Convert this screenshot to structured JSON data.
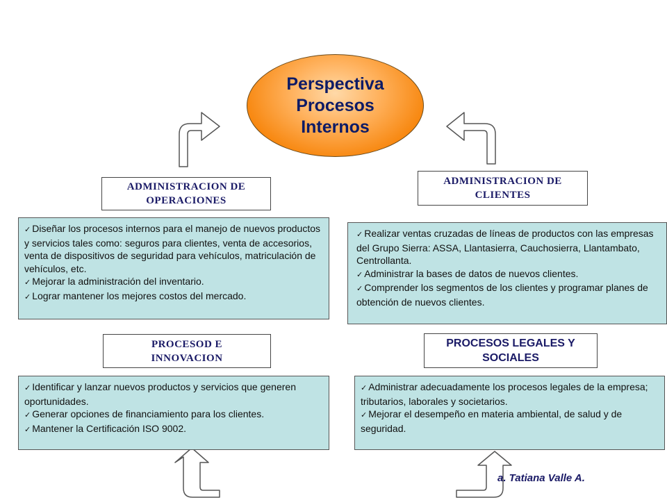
{
  "center": {
    "title": "Perspectiva Procesos Internos"
  },
  "quadrants": {
    "operaciones": {
      "title": "ADMINISTRACION DE OPERACIONES",
      "items": [
        "Diseñar los procesos internos para el manejo de nuevos productos y servicios tales como: seguros para clientes, venta de accesorios, venta de dispositivos de seguridad para vehículos, matriculación de vehículos, etc.",
        "Mejorar la administración del inventario.",
        "Lograr mantener los mejores costos del mercado."
      ]
    },
    "clientes": {
      "title": "ADMINISTRACION DE CLIENTES",
      "items": [
        "Realizar ventas cruzadas de líneas de productos con las empresas del Grupo Sierra: ASSA, Llantasierra, Cauchosierra, Llantambato, Centrollanta.",
        "Administrar la bases de datos de nuevos clientes.",
        "Comprender los segmentos de los clientes y programar planes de obtención de nuevos clientes."
      ]
    },
    "innovacion": {
      "title": "PROCESOD E INNOVACION",
      "items": [
        "Identificar y lanzar nuevos productos y servicios que generen oportunidades.",
        "Generar opciones de financiamiento para los clientes.",
        "Mantener la Certificación ISO 9002."
      ]
    },
    "legales": {
      "title": "PROCESOS LEGALES Y SOCIALES",
      "items": [
        "Administrar adecuadamente los procesos legales de la empresa; tributarios, laborales y societarios.",
        "Mejorar el desempeño en materia ambiental, de salud y de seguridad."
      ]
    }
  },
  "footer": {
    "author": "a. Tatiana Valle A."
  }
}
